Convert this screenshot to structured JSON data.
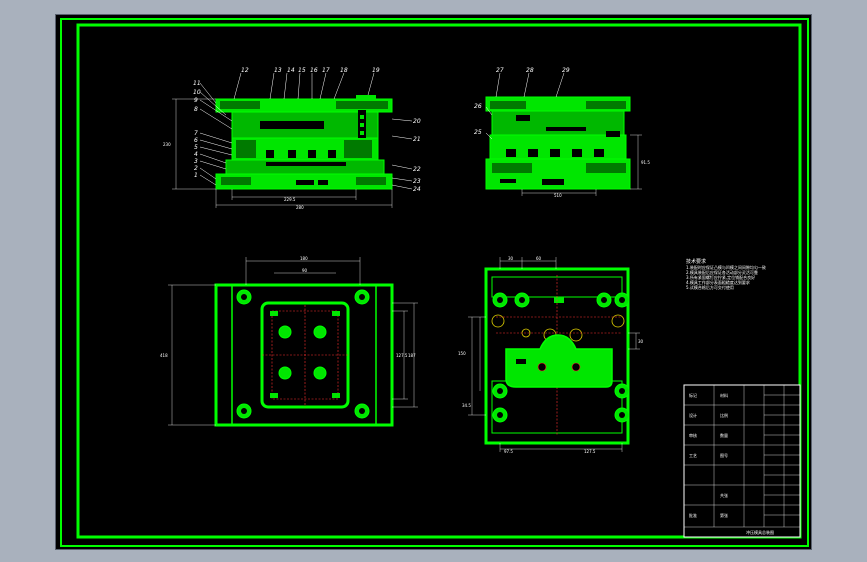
{
  "colors": {
    "background": "#000000",
    "outer": "#a9b1bd",
    "frame": "#00ff00",
    "part": "#00e600",
    "hatch": "#009900",
    "dim": "#ffffff",
    "hidden": "#ff3030",
    "spring": "#e0d000",
    "leader": "#ffffff"
  },
  "front_view": {
    "balloons": [
      "12",
      "13",
      "14",
      "15",
      "16",
      "17",
      "18",
      "19",
      "11",
      "10",
      "9",
      "8",
      "7",
      "6",
      "5",
      "4",
      "3",
      "2",
      "1",
      "20",
      "21",
      "22",
      "23",
      "24"
    ],
    "dim_height": "230",
    "dim_width_inner": "229.5",
    "dim_width_outer": "280"
  },
  "side_view": {
    "balloons": [
      "27",
      "28",
      "29",
      "26",
      "25"
    ],
    "dim_height": "91.5",
    "dim_width": "510"
  },
  "plan_view": {
    "dim_top": "180",
    "dim_top_inner": "90",
    "dim_left": "418",
    "dim_right": "127.5",
    "dim_right2": "187"
  },
  "bottom_view": {
    "dim_top_a": "30",
    "dim_top_b": "60",
    "dim_left_a": "150",
    "dim_left_b": "34.5",
    "dim_bottom_a": "97.5",
    "dim_bottom_b": "127.5",
    "dim_right": "30"
  },
  "notes": {
    "title": "技术要求",
    "lines": [
      "1.装配时应保证凸模与凹模之间间隙均匀一致",
      "2.模具装配后应保证各活动部分灵活可靠",
      "3.所有紧固螺钉应拧紧,定位销配合良好",
      "4.模具工作部分表面粗糙度达到要求",
      "5.试模合格后方可交付使用"
    ]
  },
  "title_block": {
    "left_labels": [
      "标记",
      "设计",
      "审核",
      "工艺",
      "",
      "",
      "批准"
    ],
    "codes": [
      "材料",
      "比例",
      "数量",
      "图号",
      "",
      "共张",
      "第张"
    ],
    "drawing_name": "冲压模具总装图"
  }
}
